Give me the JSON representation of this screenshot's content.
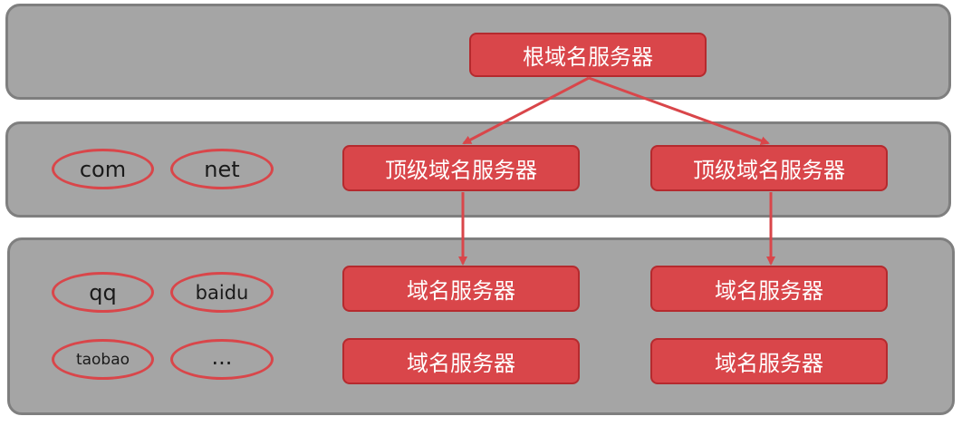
{
  "root": {
    "label": "根域名服务器"
  },
  "tld": {
    "labels": [
      "com",
      "net"
    ],
    "servers": [
      "顶级域名服务器",
      "顶级域名服务器"
    ]
  },
  "second_level": {
    "labels": [
      "qq",
      "baidu",
      "taobao",
      "..."
    ],
    "servers": [
      "域名服务器",
      "域名服务器",
      "域名服务器",
      "域名服务器"
    ]
  },
  "colors": {
    "band_fill": "#a5a5a5",
    "band_border": "#7f7f7f",
    "server_fill": "#d9464a",
    "accent": "#d9464a"
  }
}
